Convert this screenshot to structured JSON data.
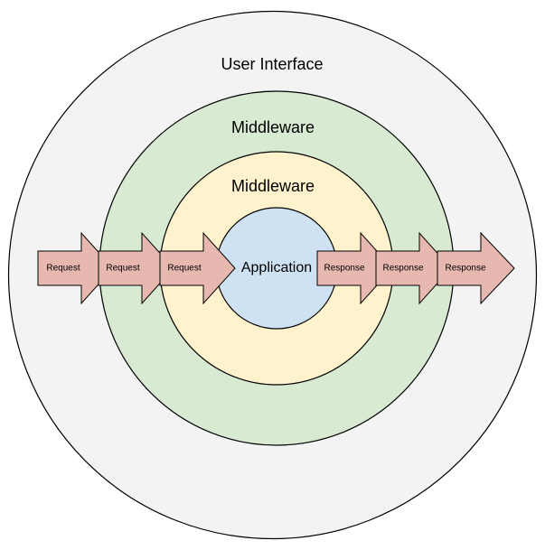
{
  "layers": {
    "outer": {
      "label": "User Interface",
      "fill": "#f3f3f3"
    },
    "middle": {
      "label": "Middleware",
      "fill": "#d9ead3"
    },
    "inner": {
      "label": "Middleware",
      "fill": "#fff2cc"
    },
    "core": {
      "label": "Application",
      "fill": "#cfe2f3"
    }
  },
  "arrow_fill": "#e6b8af",
  "requests": [
    {
      "label": "Request"
    },
    {
      "label": "Request"
    },
    {
      "label": "Request"
    }
  ],
  "responses": [
    {
      "label": "Response"
    },
    {
      "label": "Response"
    },
    {
      "label": "Response"
    }
  ]
}
